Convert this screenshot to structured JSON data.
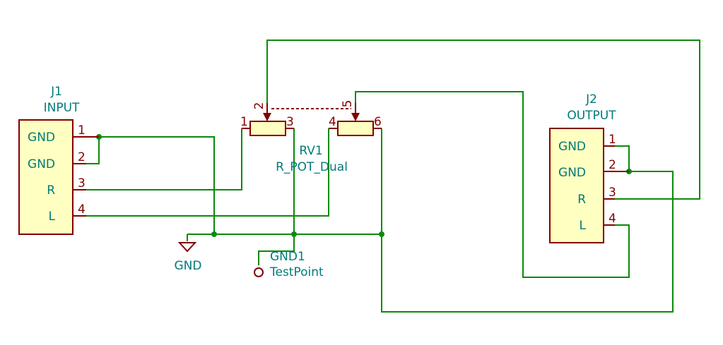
{
  "j1": {
    "ref": "J1",
    "value": "INPUT",
    "pins": [
      {
        "num": "1",
        "name": "GND"
      },
      {
        "num": "2",
        "name": "GND"
      },
      {
        "num": "3",
        "name": "R"
      },
      {
        "num": "4",
        "name": "L"
      }
    ]
  },
  "j2": {
    "ref": "J2",
    "value": "OUTPUT",
    "pins": [
      {
        "num": "1",
        "name": "GND"
      },
      {
        "num": "2",
        "name": "GND"
      },
      {
        "num": "3",
        "name": "R"
      },
      {
        "num": "4",
        "name": "L"
      }
    ]
  },
  "rv1": {
    "ref": "RV1",
    "value": "R_POT_Dual",
    "pins": [
      "1",
      "2",
      "3",
      "4",
      "5",
      "6"
    ]
  },
  "gnd_symbol": {
    "label": "GND"
  },
  "testpoint": {
    "ref": "GND1",
    "value": "TestPoint"
  },
  "colors": {
    "wire": "#0a8a0a",
    "symbol": "#840000",
    "symbol_fill": "#ffffc2",
    "text": "#007a7a"
  }
}
